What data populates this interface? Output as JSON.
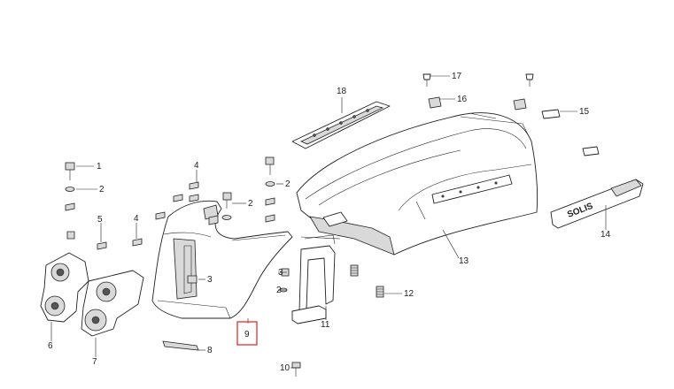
{
  "highlight_color": "#e02020",
  "callouts": {
    "c1": "1",
    "c2a": "2",
    "c2b": "2",
    "c2c": "2",
    "c2d": "2",
    "c3a": "3",
    "c3b": "3",
    "c4a": "4",
    "c4b": "4",
    "c5": "5",
    "c6": "6",
    "c7": "7",
    "c8": "8",
    "c9": "9",
    "c10": "10",
    "c11": "11",
    "c12": "12",
    "c13": "13",
    "c14": "14",
    "c15": "15",
    "c16": "16",
    "c17": "17",
    "c18": "18"
  },
  "emblem_text": "SOLIS"
}
